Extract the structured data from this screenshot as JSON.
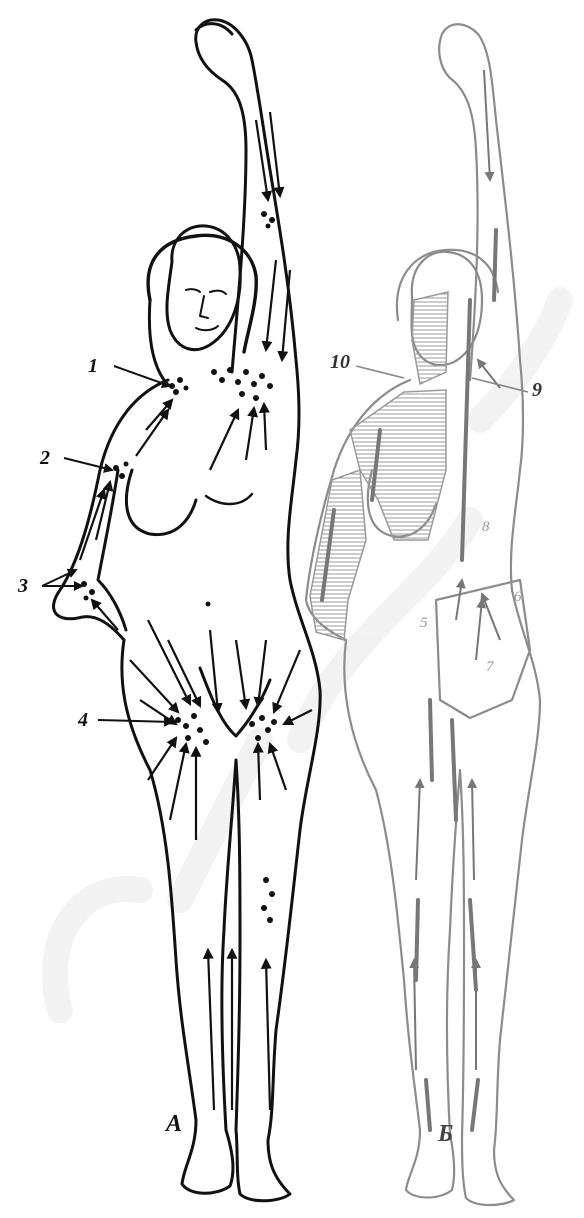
{
  "figure": {
    "panel_a": {
      "caption": "А",
      "labels": [
        {
          "id": "1",
          "text": "1"
        },
        {
          "id": "2",
          "text": "2"
        },
        {
          "id": "3",
          "text": "3"
        },
        {
          "id": "4",
          "text": "4"
        }
      ]
    },
    "panel_b": {
      "caption": "Б",
      "labels": [
        {
          "id": "5",
          "text": "5"
        },
        {
          "id": "6",
          "text": "6"
        },
        {
          "id": "7",
          "text": "7"
        },
        {
          "id": "8",
          "text": "8"
        },
        {
          "id": "9",
          "text": "9"
        },
        {
          "id": "10",
          "text": "10"
        }
      ]
    }
  },
  "colors": {
    "ink": "#111111",
    "faint_ink": "#7a7a7a",
    "watermark": "#eeeeee"
  }
}
